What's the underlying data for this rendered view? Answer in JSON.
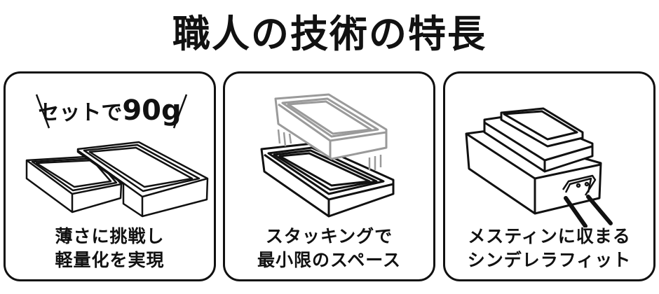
{
  "title": "職人の技術の特長",
  "cards": [
    {
      "id": "lightweight",
      "badge": {
        "prefix": "セットで",
        "value": "90g"
      },
      "caption": [
        "薄さに挑戦し",
        "軽量化を実現"
      ],
      "illustration": "two-trays-side-by-side"
    },
    {
      "id": "stacking",
      "caption": [
        "スタッキングで",
        "最小限のスペース"
      ],
      "illustration": "trays-stacking"
    },
    {
      "id": "mess-tin-fit",
      "caption": [
        "メスティンに収まる",
        "シンデレラフィット"
      ],
      "illustration": "trays-in-mess-tin"
    }
  ],
  "colors": {
    "ink": "#111111",
    "faded": "#9a9a9a",
    "background": "#ffffff"
  }
}
